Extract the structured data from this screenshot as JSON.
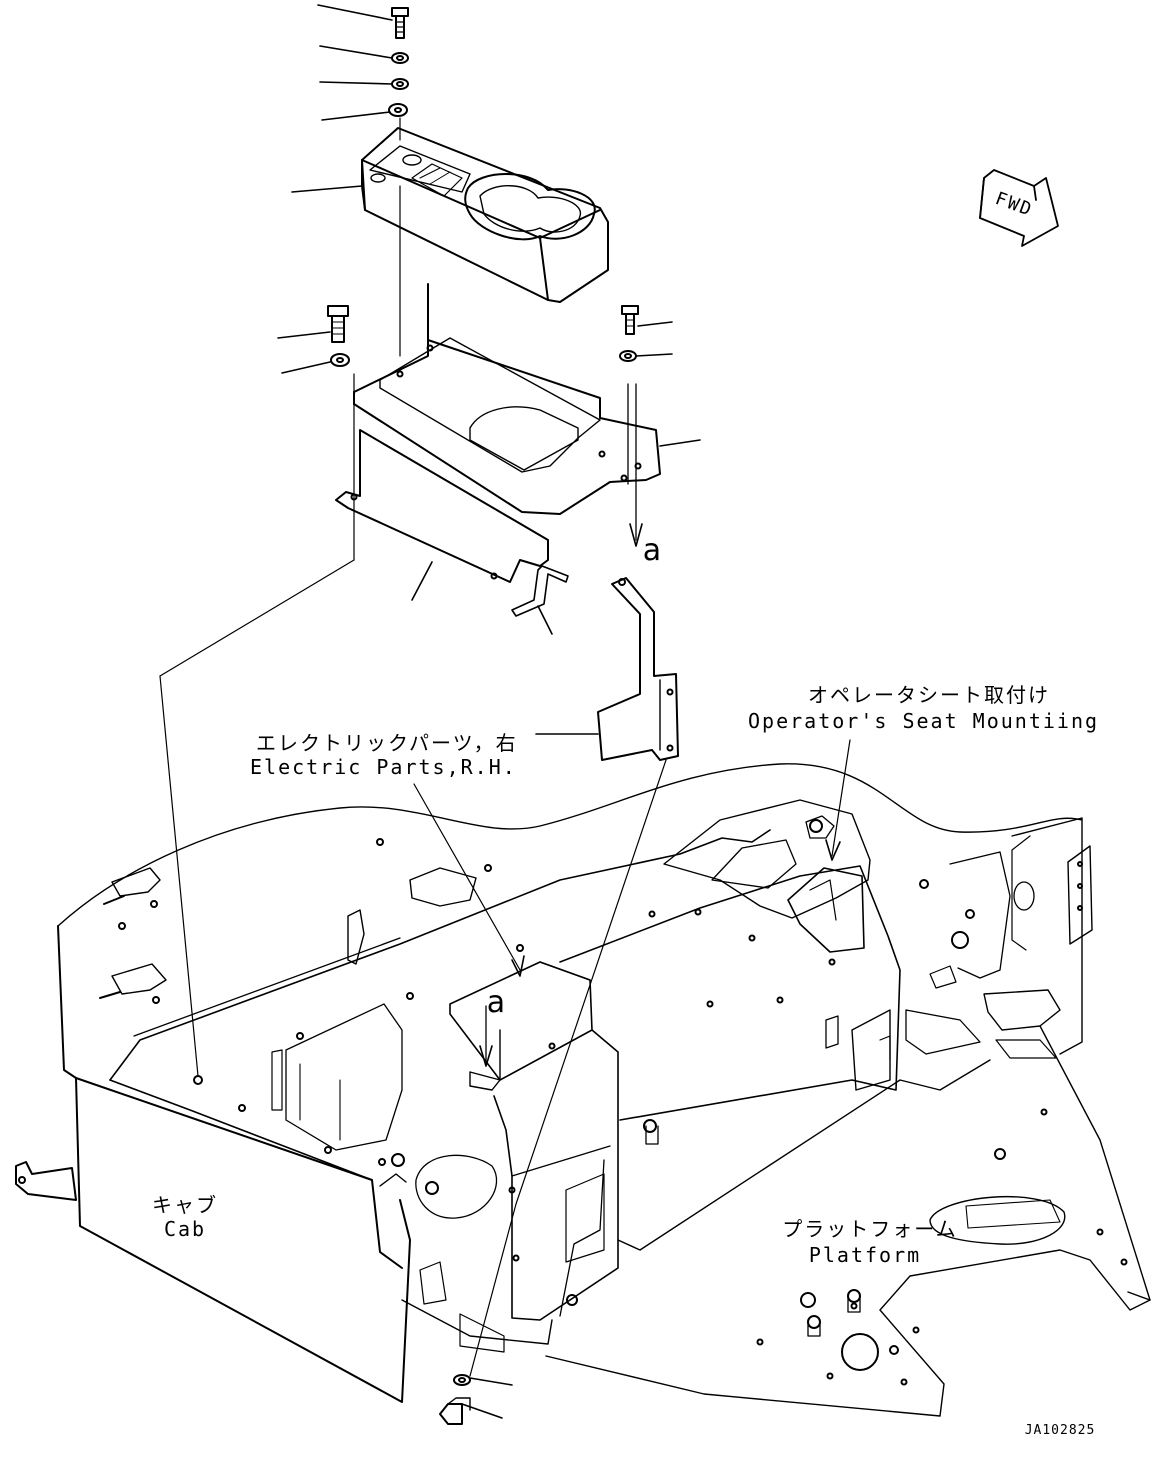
{
  "labels": {
    "operator_seat_jp": "オペレータシート取付け",
    "operator_seat_en": "Operator's Seat Mountiing",
    "electric_parts_jp": "エレクトリックパーツ，右",
    "electric_parts_en": "Electric Parts,R.H.",
    "cab_jp": "キャブ",
    "cab_en": "Cab",
    "platform_jp": "プラットフォーム",
    "platform_en": "Platform",
    "fwd": "FWD",
    "ref_a_upper": "a",
    "ref_a_lower": "a",
    "drawing_code": "JA102825"
  }
}
